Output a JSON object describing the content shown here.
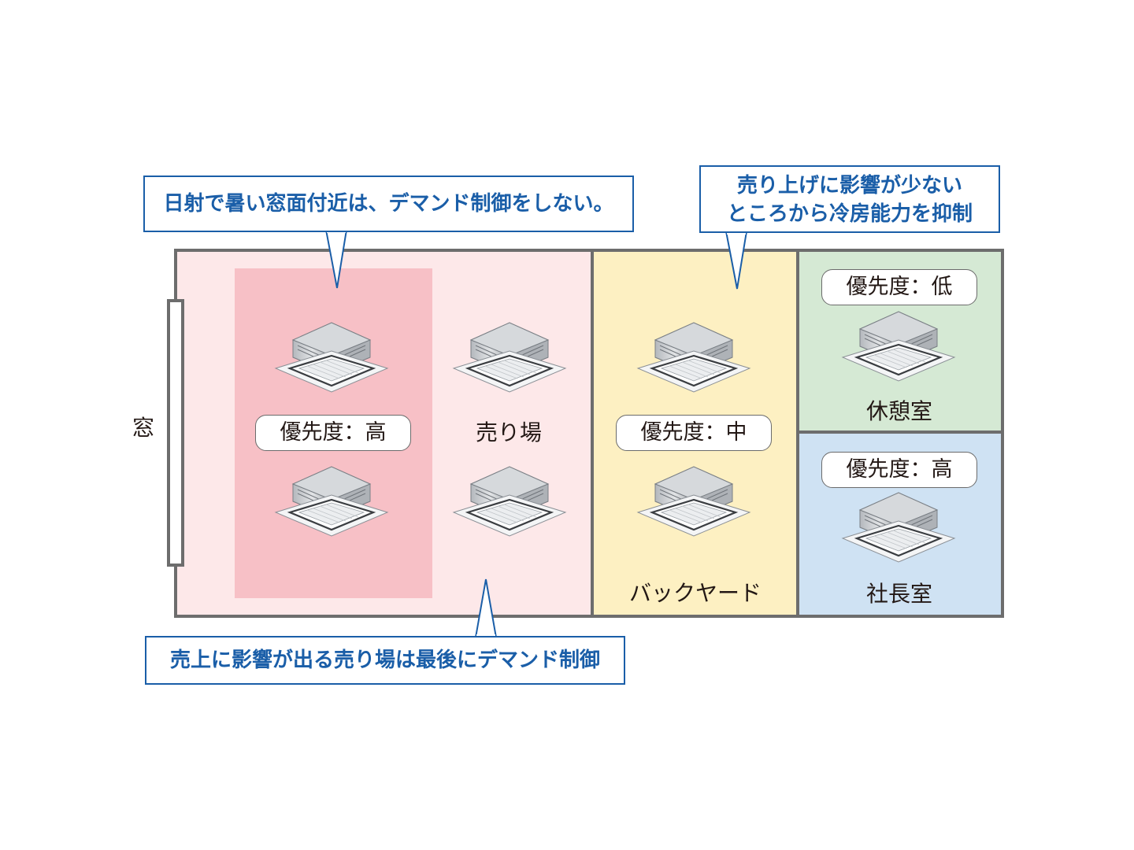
{
  "window": {
    "label": "窓"
  },
  "callouts": {
    "top_left": "日射で暑い窓面付近は、デマンド制御をしない。",
    "top_right": [
      "売り上げに影響が少ない",
      "ところから冷房能力を抑制"
    ],
    "bottom": "売上に影響が出る売り場は最後にデマンド制御"
  },
  "zones": {
    "window_area": {
      "priority": "優先度：高"
    },
    "sales_floor": {
      "label": "売り場"
    },
    "backyard": {
      "label": "バックヤード",
      "priority": "優先度：中"
    },
    "break_room": {
      "label": "休憩室",
      "priority": "優先度：低"
    },
    "president_office": {
      "label": "社長室",
      "priority": "優先度：高"
    }
  },
  "icons": {
    "unit": "ceiling-cassette-ac-icon"
  },
  "colors": {
    "sales_bg": "#fde8e9",
    "window_area_bg": "#f7c0c6",
    "backyard_bg": "#fdf0c2",
    "break_room_bg": "#d5e9d4",
    "president_bg": "#cfe2f3",
    "callout_blue": "#1a5ea8",
    "wall_gray": "#6d6d6d"
  }
}
